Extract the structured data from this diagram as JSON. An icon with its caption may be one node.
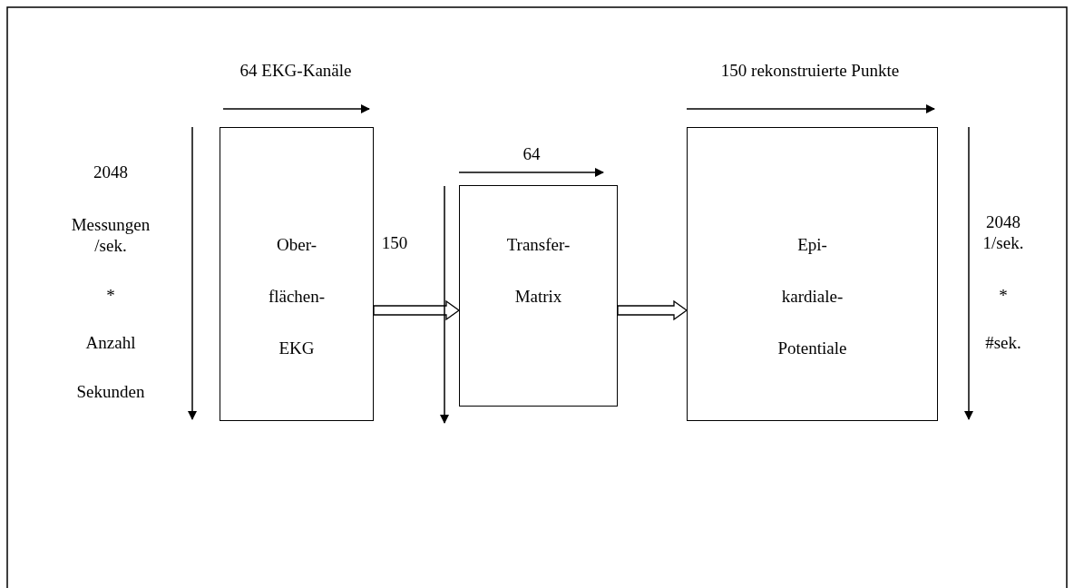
{
  "diagram": {
    "nodes": [
      {
        "text": [
          "Ober- flächen- EKG"
        ]
      },
      {
        "text": [
          "Transfer- Matrix"
        ]
      },
      {
        "text": [
          "Epi- kardiale- Potentiale"
        ]
      }
    ],
    "edges": [
      {
        "from": 0,
        "to": 1,
        "arrow": "to"
      },
      {
        "from": 1,
        "to": 2,
        "arrow": "to"
      }
    ],
    "labels": [
      "64 EKG-Kanäle",
      "150 rekonstruierte Punkte",
      "64",
      "2048",
      "Messungen /sek.",
      "150",
      "2048 1/sek.",
      "*",
      "*",
      "Anzahl",
      "#sek.",
      "Sekunden"
    ]
  }
}
